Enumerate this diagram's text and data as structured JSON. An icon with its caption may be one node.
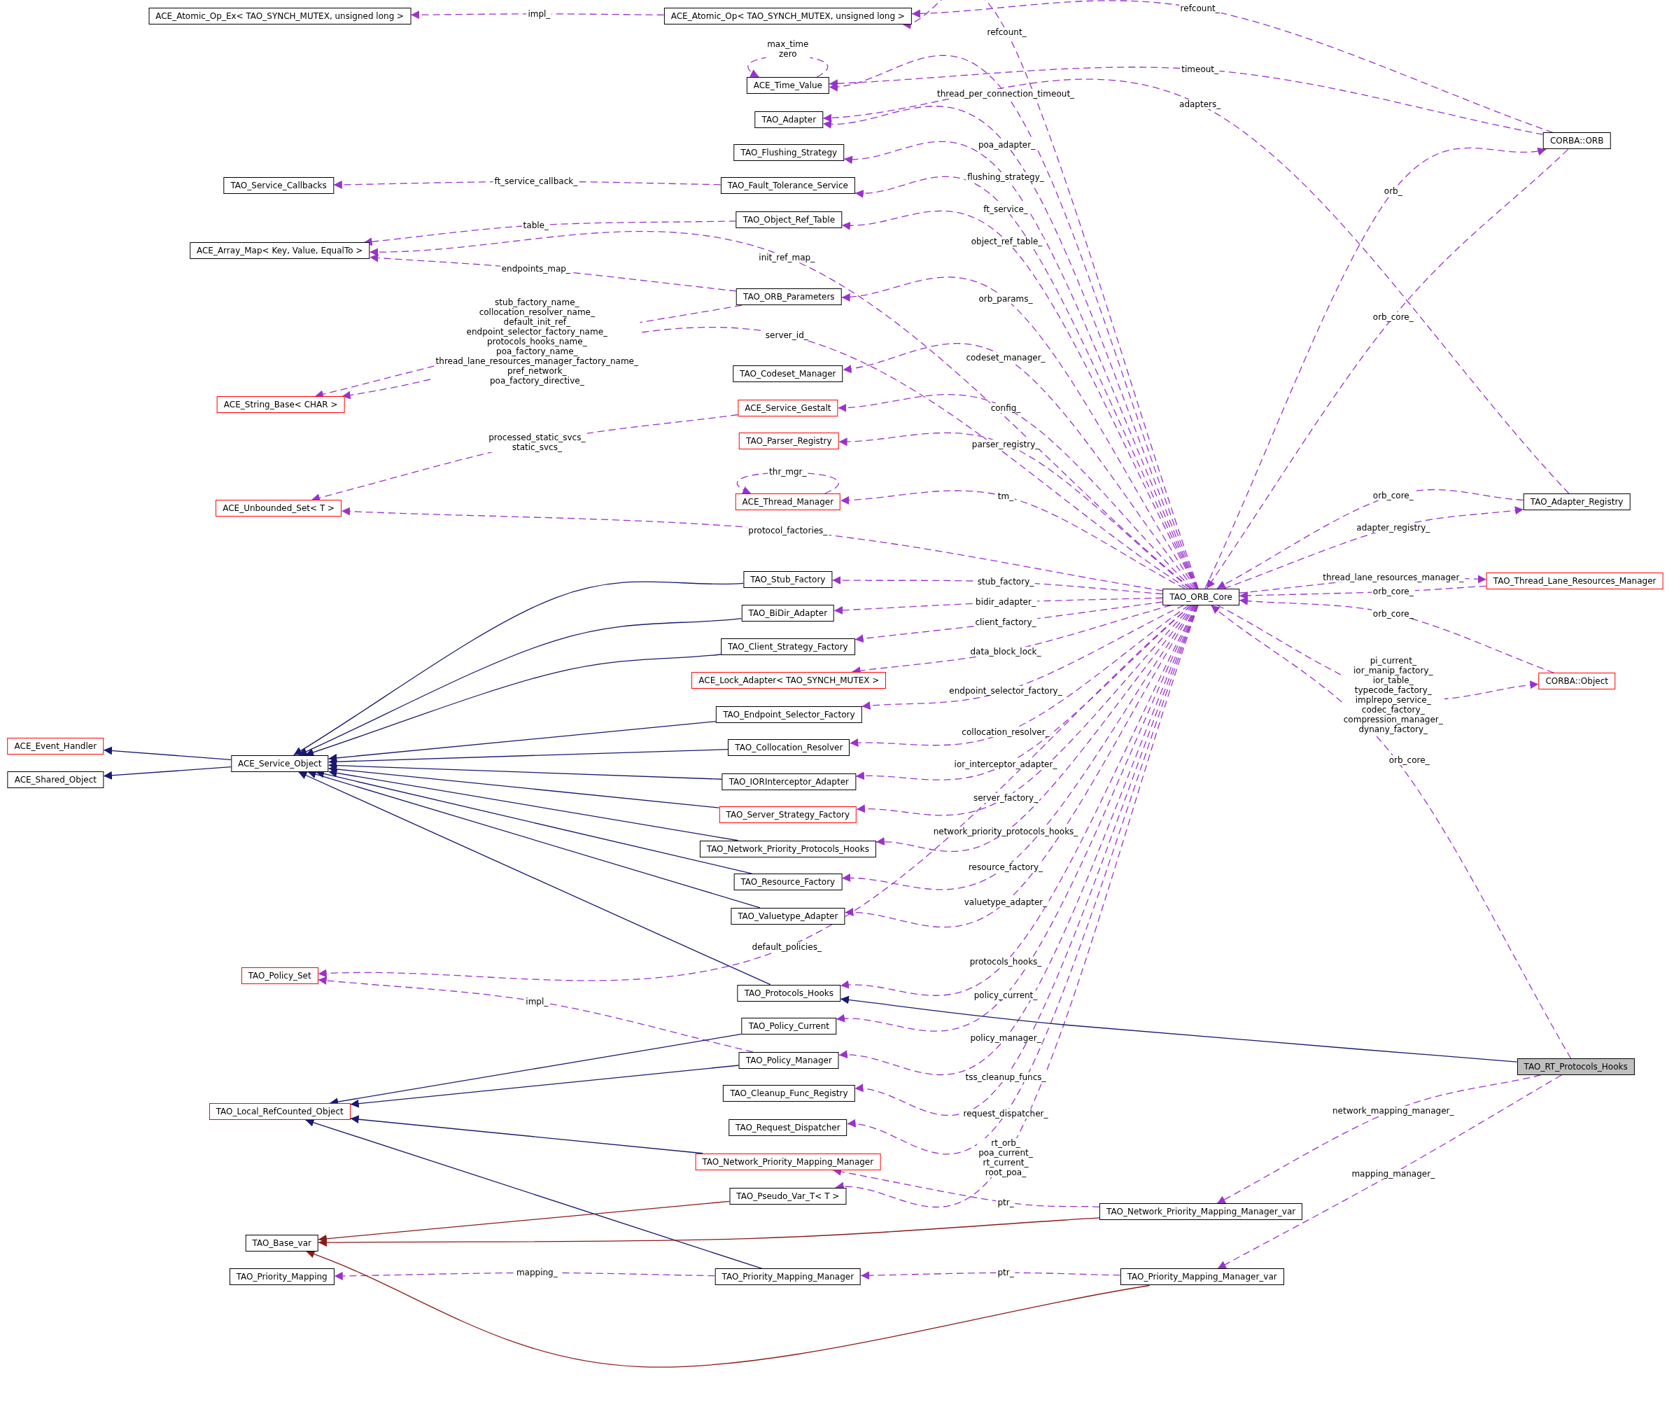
{
  "diagram": {
    "nodes": [
      {
        "text": [
          "ACE_Atomic_Op_Ex< TAO_SYNCH_MUTEX, unsigned long >"
        ]
      },
      {
        "text": [
          "ACE_Atomic_Op< TAO_SYNCH_MUTEX, unsigned long >"
        ]
      },
      {
        "text": [
          "ACE_Time_Value"
        ]
      },
      {
        "text": [
          "TAO_Adapter"
        ]
      },
      {
        "text": [
          "TAO_Flushing_Strategy"
        ]
      },
      {
        "text": [
          "TAO_Service_Callbacks"
        ]
      },
      {
        "text": [
          "TAO_Fault_Tolerance_Service"
        ]
      },
      {
        "text": [
          "TAO_Object_Ref_Table"
        ]
      },
      {
        "text": [
          "ACE_Array_Map< Key, Value, EqualTo >"
        ]
      },
      {
        "text": [
          "TAO_ORB_Parameters"
        ]
      },
      {
        "text": [
          "TAO_Codeset_Manager"
        ]
      },
      {
        "text": [
          "ACE_String_Base< CHAR >"
        ]
      },
      {
        "text": [
          "ACE_Service_Gestalt"
        ]
      },
      {
        "text": [
          "TAO_Parser_Registry"
        ]
      },
      {
        "text": [
          "ACE_Thread_Manager"
        ]
      },
      {
        "text": [
          "ACE_Unbounded_Set< T >"
        ]
      },
      {
        "text": [
          "TAO_Stub_Factory"
        ]
      },
      {
        "text": [
          "TAO_BiDir_Adapter"
        ]
      },
      {
        "text": [
          "TAO_Client_Strategy_Factory"
        ]
      },
      {
        "text": [
          "ACE_Lock_Adapter< TAO_SYNCH_MUTEX >"
        ]
      },
      {
        "text": [
          "TAO_Endpoint_Selector_Factory"
        ]
      },
      {
        "text": [
          "TAO_Collocation_Resolver"
        ]
      },
      {
        "text": [
          "TAO_IORInterceptor_Adapter"
        ]
      },
      {
        "text": [
          "TAO_Server_Strategy_Factory"
        ]
      },
      {
        "text": [
          "TAO_Network_Priority_Protocols_Hooks"
        ]
      },
      {
        "text": [
          "TAO_Resource_Factory"
        ]
      },
      {
        "text": [
          "TAO_Valuetype_Adapter"
        ]
      },
      {
        "text": [
          "TAO_Policy_Set"
        ]
      },
      {
        "text": [
          "TAO_Protocols_Hooks"
        ]
      },
      {
        "text": [
          "TAO_Policy_Current"
        ]
      },
      {
        "text": [
          "TAO_Policy_Manager"
        ]
      },
      {
        "text": [
          "TAO_Cleanup_Func_Registry"
        ]
      },
      {
        "text": [
          "TAO_Request_Dispatcher"
        ]
      },
      {
        "text": [
          "TAO_Local_RefCounted_Object"
        ]
      },
      {
        "text": [
          "TAO_Network_Priority_Mapping_Manager"
        ]
      },
      {
        "text": [
          "TAO_Pseudo_Var_T< T >"
        ]
      },
      {
        "text": [
          "TAO_Base_var"
        ]
      },
      {
        "text": [
          "TAO_Priority_Mapping"
        ]
      },
      {
        "text": [
          "TAO_Priority_Mapping_Manager"
        ]
      },
      {
        "text": [
          "TAO_Network_Priority_Mapping_Manager_var"
        ]
      },
      {
        "text": [
          "TAO_Priority_Mapping_Manager_var"
        ]
      },
      {
        "text": [
          "ACE_Event_Handler"
        ]
      },
      {
        "text": [
          "ACE_Shared_Object"
        ]
      },
      {
        "text": [
          "ACE_Service_Object"
        ]
      },
      {
        "text": [
          "TAO_ORB_Core"
        ]
      },
      {
        "text": [
          "CORBA::ORB"
        ]
      },
      {
        "text": [
          "TAO_Adapter_Registry"
        ]
      },
      {
        "text": [
          "TAO_Thread_Lane_Resources_Manager"
        ]
      },
      {
        "text": [
          "CORBA::Object"
        ]
      },
      {
        "text": [
          "TAO_RT_Protocols_Hooks"
        ]
      }
    ],
    "edges": [
      {
        "from": 1,
        "to": 0,
        "arrow": "to",
        "label": "impl_",
        "style": "dashed"
      },
      {
        "from": 45,
        "to": 1,
        "arrow": "to",
        "label": "refcount_",
        "style": "dashed"
      },
      {
        "from": 44,
        "to": 1,
        "arrow": "to",
        "label": "refcount_",
        "style": "dashed"
      },
      {
        "from": 2,
        "to": 2,
        "arrow": "to",
        "label": "max_time zero",
        "style": "dashed"
      },
      {
        "from": 45,
        "to": 2,
        "arrow": "to",
        "label": "timeout_",
        "style": "dashed"
      },
      {
        "from": 44,
        "to": 2,
        "arrow": "to",
        "label": "thread_per_connection_timeout_",
        "style": "dashed"
      },
      {
        "from": 46,
        "to": 3,
        "arrow": "to",
        "label": "adapters_",
        "style": "dashed"
      },
      {
        "from": 44,
        "to": 3,
        "arrow": "to",
        "label": "poa_adapter_",
        "style": "dashed"
      },
      {
        "from": 44,
        "to": 4,
        "arrow": "to",
        "label": "flushing_strategy_",
        "style": "dashed"
      },
      {
        "from": 6,
        "to": 5,
        "arrow": "to",
        "label": "ft_service_callback_",
        "style": "dashed"
      },
      {
        "from": 44,
        "to": 6,
        "arrow": "to",
        "label": "ft_service_",
        "style": "dashed"
      },
      {
        "from": 7,
        "to": 8,
        "arrow": "to",
        "label": "table_",
        "style": "dashed"
      },
      {
        "from": 44,
        "to": 7,
        "arrow": "to",
        "label": "object_ref_table_",
        "style": "dashed"
      },
      {
        "from": 44,
        "to": 8,
        "arrow": "to",
        "label": "init_ref_map_",
        "style": "dashed"
      },
      {
        "from": 9,
        "to": 8,
        "arrow": "to",
        "label": "endpoints_map_",
        "style": "dashed"
      },
      {
        "from": 44,
        "to": 9,
        "arrow": "to",
        "label": "orb_params_",
        "style": "dashed"
      },
      {
        "from": 9,
        "to": 11,
        "arrow": "to",
        "label": "stub_factory_name_ collocation_resolver_name_ default_init_ref_ endpoint_selector_factory_name_ protocols_hooks_name_ poa_factory_name_ thread_lane_resources_manager_factory_name_ pref_network_ poa_factory_directive_",
        "style": "dashed"
      },
      {
        "from": 44,
        "to": 11,
        "arrow": "to",
        "label": "server_id_",
        "style": "dashed"
      },
      {
        "from": 44,
        "to": 10,
        "arrow": "to",
        "label": "codeset_manager_",
        "style": "dashed"
      },
      {
        "from": 44,
        "to": 12,
        "arrow": "to",
        "label": "config_",
        "style": "dashed"
      },
      {
        "from": 12,
        "to": 15,
        "arrow": "to",
        "label": "processed_static_svcs_ static_svcs_",
        "style": "dashed"
      },
      {
        "from": 44,
        "to": 13,
        "arrow": "to",
        "label": "parser_registry_",
        "style": "dashed"
      },
      {
        "from": 14,
        "to": 14,
        "arrow": "to",
        "label": "thr_mgr_",
        "style": "dashed"
      },
      {
        "from": 44,
        "to": 14,
        "arrow": "to",
        "label": "tm_",
        "style": "dashed"
      },
      {
        "from": 44,
        "to": 15,
        "arrow": "to",
        "label": "protocol_factories_",
        "style": "dashed"
      },
      {
        "from": 44,
        "to": 16,
        "arrow": "to",
        "label": "stub_factory_",
        "style": "dashed"
      },
      {
        "from": 44,
        "to": 17,
        "arrow": "to",
        "label": "bidir_adapter_",
        "style": "dashed"
      },
      {
        "from": 44,
        "to": 18,
        "arrow": "to",
        "label": "client_factory_",
        "style": "dashed"
      },
      {
        "from": 44,
        "to": 19,
        "arrow": "to",
        "label": "data_block_lock_",
        "style": "dashed"
      },
      {
        "from": 44,
        "to": 20,
        "arrow": "to",
        "label": "endpoint_selector_factory_",
        "style": "dashed"
      },
      {
        "from": 44,
        "to": 21,
        "arrow": "to",
        "label": "collocation_resolver_",
        "style": "dashed"
      },
      {
        "from": 44,
        "to": 22,
        "arrow": "to",
        "label": "ior_interceptor_adapter_",
        "style": "dashed"
      },
      {
        "from": 44,
        "to": 23,
        "arrow": "to",
        "label": "server_factory_",
        "style": "dashed"
      },
      {
        "from": 44,
        "to": 24,
        "arrow": "to",
        "label": "network_priority_protocols_hooks_",
        "style": "dashed"
      },
      {
        "from": 44,
        "to": 25,
        "arrow": "to",
        "label": "resource_factory_",
        "style": "dashed"
      },
      {
        "from": 44,
        "to": 26,
        "arrow": "to",
        "label": "valuetype_adapter_",
        "style": "dashed"
      },
      {
        "from": 44,
        "to": 27,
        "arrow": "to",
        "label": "default_policies_",
        "style": "dashed"
      },
      {
        "from": 44,
        "to": 28,
        "arrow": "to",
        "label": "protocols_hooks_",
        "style": "dashed"
      },
      {
        "from": 44,
        "to": 29,
        "arrow": "to",
        "label": "policy_current_",
        "style": "dashed"
      },
      {
        "from": 44,
        "to": 30,
        "arrow": "to",
        "label": "policy_manager_",
        "style": "dashed"
      },
      {
        "from": 30,
        "to": 27,
        "arrow": "to",
        "label": "impl_",
        "style": "dashed"
      },
      {
        "from": 44,
        "to": 31,
        "arrow": "to",
        "label": "tss_cleanup_funcs_",
        "style": "dashed"
      },
      {
        "from": 44,
        "to": 32,
        "arrow": "to",
        "label": "request_dispatcher_",
        "style": "dashed"
      },
      {
        "from": 44,
        "to": 35,
        "arrow": "to",
        "label": "rt_orb_ poa_current_ rt_current_ root_poa_",
        "style": "dashed"
      },
      {
        "from": 39,
        "to": 34,
        "arrow": "to",
        "label": "ptr_",
        "style": "dashed"
      },
      {
        "from": 38,
        "to": 37,
        "arrow": "to",
        "label": "mapping_",
        "style": "dashed"
      },
      {
        "from": 40,
        "to": 38,
        "arrow": "to",
        "label": "ptr_",
        "style": "dashed"
      },
      {
        "from": 44,
        "to": 45,
        "arrow": "to",
        "label": "orb_",
        "style": "dashed"
      },
      {
        "from": 45,
        "to": 44,
        "arrow": "to",
        "label": "orb_core_",
        "style": "dashed"
      },
      {
        "from": 46,
        "to": 44,
        "arrow": "to",
        "label": "orb_core_",
        "style": "dashed"
      },
      {
        "from": 44,
        "to": 46,
        "arrow": "to",
        "label": "adapter_registry_",
        "style": "dashed"
      },
      {
        "from": 44,
        "to": 47,
        "arrow": "to",
        "label": "thread_lane_resources_manager_",
        "style": "dashed"
      },
      {
        "from": 47,
        "to": 44,
        "arrow": "to",
        "label": "orb_core_",
        "style": "dashed"
      },
      {
        "from": 48,
        "to": 44,
        "arrow": "to",
        "label": "orb_core_",
        "style": "dashed"
      },
      {
        "from": 44,
        "to": 48,
        "arrow": "to",
        "label": "pi_current_ ior_manip_factory_ ior_table_ typecode_factory_ implrepo_service_ codec_factory_ compression_manager_ dynany_factory_",
        "style": "dashed"
      },
      {
        "from": 49,
        "to": 44,
        "arrow": "to",
        "label": "orb_core_",
        "style": "dashed"
      },
      {
        "from": 49,
        "to": 39,
        "arrow": "to",
        "label": "network_mapping_manager_",
        "style": "dashed"
      },
      {
        "from": 49,
        "to": 40,
        "arrow": "to",
        "label": "mapping_manager_",
        "style": "dashed"
      },
      {
        "from": 43,
        "to": 41,
        "arrow": "to",
        "color": "#191970"
      },
      {
        "from": 43,
        "to": 42,
        "arrow": "to",
        "color": "#191970"
      },
      {
        "from": 16,
        "to": 43,
        "arrow": "to",
        "color": "#191970"
      },
      {
        "from": 17,
        "to": 43,
        "arrow": "to",
        "color": "#191970"
      },
      {
        "from": 18,
        "to": 43,
        "arrow": "to",
        "color": "#191970"
      },
      {
        "from": 20,
        "to": 43,
        "arrow": "to",
        "color": "#191970"
      },
      {
        "from": 21,
        "to": 43,
        "arrow": "to",
        "color": "#191970"
      },
      {
        "from": 22,
        "to": 43,
        "arrow": "to",
        "color": "#191970"
      },
      {
        "from": 23,
        "to": 43,
        "arrow": "to",
        "color": "#191970"
      },
      {
        "from": 24,
        "to": 43,
        "arrow": "to",
        "color": "#191970"
      },
      {
        "from": 25,
        "to": 43,
        "arrow": "to",
        "color": "#191970"
      },
      {
        "from": 26,
        "to": 43,
        "arrow": "to",
        "color": "#191970"
      },
      {
        "from": 28,
        "to": 43,
        "arrow": "to",
        "color": "#191970"
      },
      {
        "from": 49,
        "to": 28,
        "arrow": "to",
        "color": "#191970"
      },
      {
        "from": 29,
        "to": 33,
        "arrow": "to",
        "color": "#191970"
      },
      {
        "from": 30,
        "to": 33,
        "arrow": "to",
        "color": "#191970"
      },
      {
        "from": 34,
        "to": 33,
        "arrow": "to",
        "color": "#191970"
      },
      {
        "from": 38,
        "to": 33,
        "arrow": "to",
        "color": "#191970"
      },
      {
        "from": 35,
        "to": 36,
        "arrow": "to",
        "color": "#8b1a1a"
      },
      {
        "from": 39,
        "to": 36,
        "arrow": "to",
        "color": "#8b1a1a"
      },
      {
        "from": 40,
        "to": 36,
        "arrow": "to",
        "color": "#8b1a1a"
      }
    ]
  }
}
